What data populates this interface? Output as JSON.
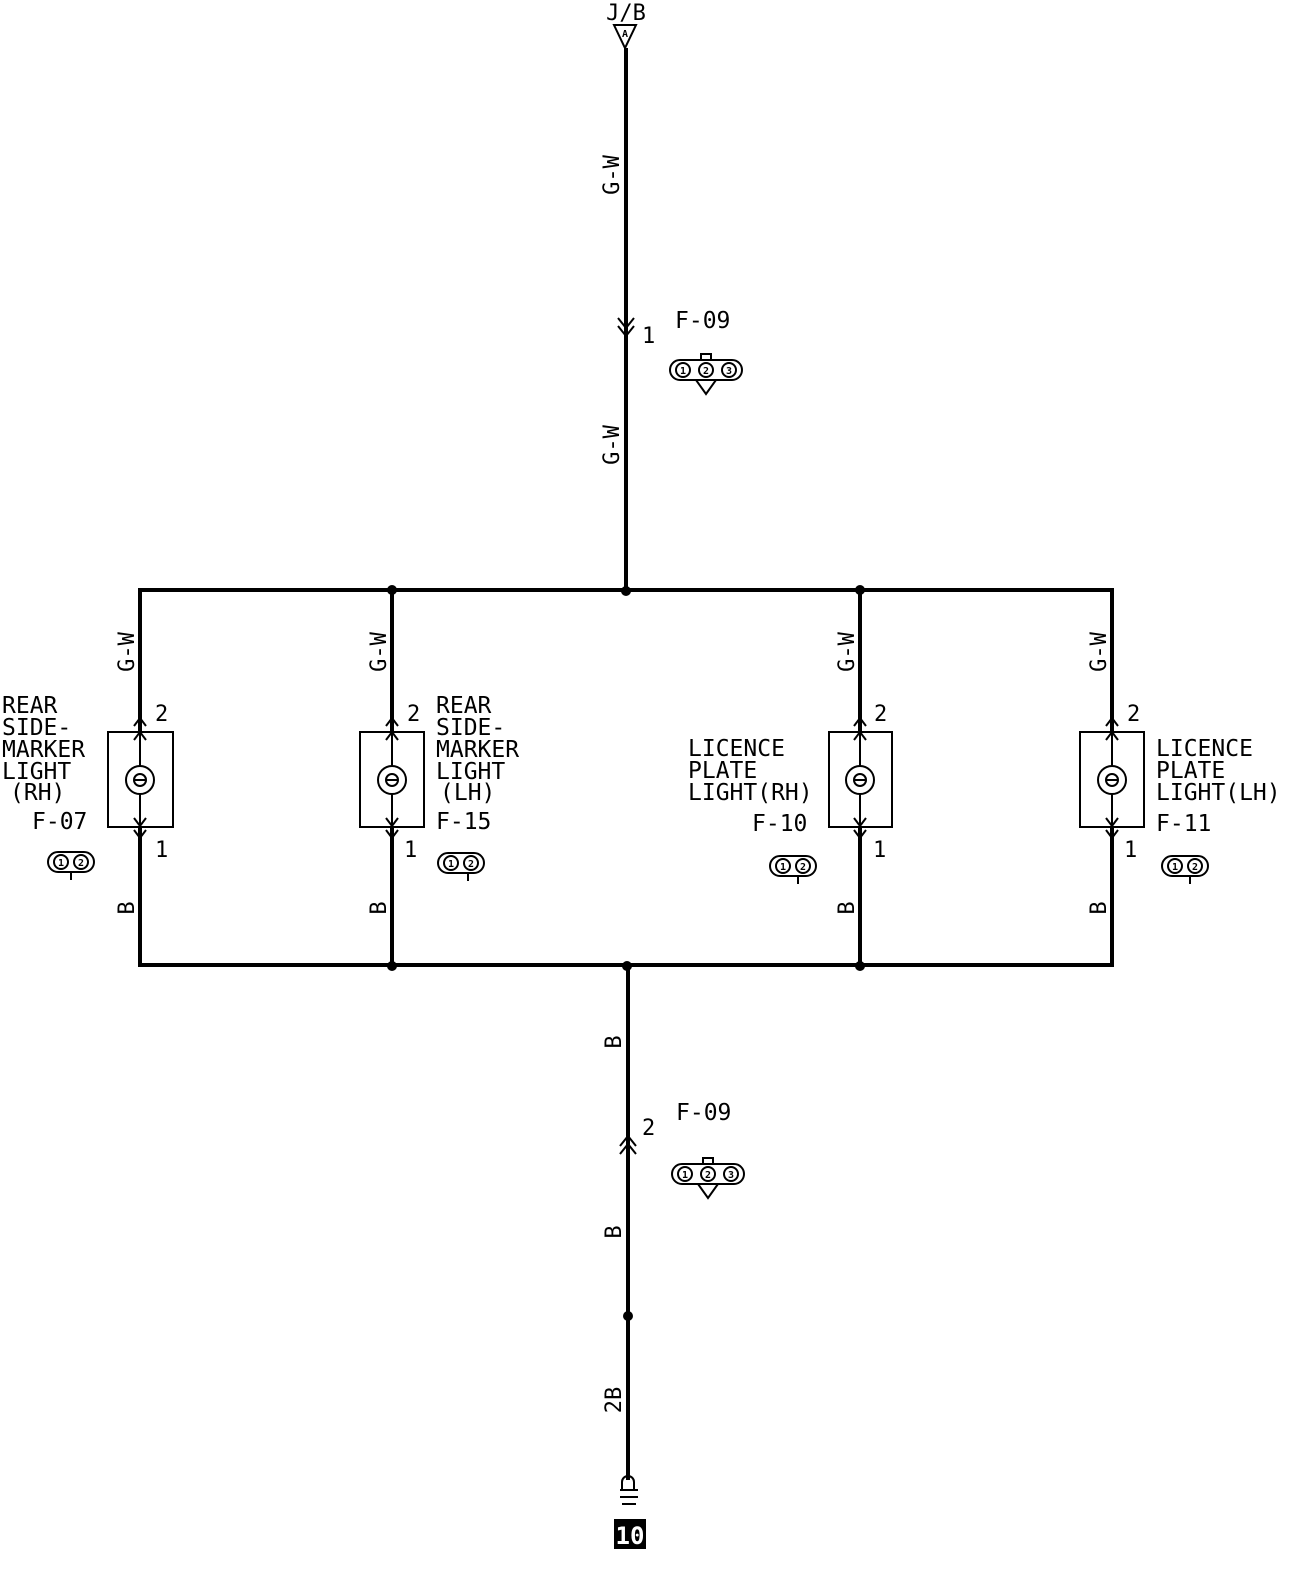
{
  "source": {
    "label": "J/B",
    "connector": "A"
  },
  "wire_colors": {
    "feed": "G-W",
    "ground": "B",
    "ground_final": "2B"
  },
  "connectors": {
    "f09_top": {
      "id": "F-09",
      "pin": "1",
      "pins": [
        "1",
        "2",
        "3"
      ]
    },
    "f09_bottom": {
      "id": "F-09",
      "pin": "2",
      "pins": [
        "1",
        "2",
        "3"
      ]
    }
  },
  "lamps": [
    {
      "name_lines": [
        "REAR",
        "SIDE-",
        "MARKER",
        "LIGHT",
        "(RH)"
      ],
      "connector": "F-07",
      "pin_top": "2",
      "pin_bottom": "1",
      "pins": [
        "1",
        "2"
      ]
    },
    {
      "name_lines": [
        "REAR",
        "SIDE-",
        "MARKER",
        "LIGHT",
        "(LH)"
      ],
      "connector": "F-15",
      "pin_top": "2",
      "pin_bottom": "1",
      "pins": [
        "1",
        "2"
      ]
    },
    {
      "name_lines": [
        "LICENCE",
        "PLATE",
        "LIGHT(RH)"
      ],
      "connector": "F-10",
      "pin_top": "2",
      "pin_bottom": "1",
      "pins": [
        "1",
        "2"
      ]
    },
    {
      "name_lines": [
        "LICENCE",
        "PLATE",
        "LIGHT(LH)"
      ],
      "connector": "F-11",
      "pin_top": "2",
      "pin_bottom": "1",
      "pins": [
        "1",
        "2"
      ]
    }
  ],
  "ground_point": {
    "number": "10"
  }
}
